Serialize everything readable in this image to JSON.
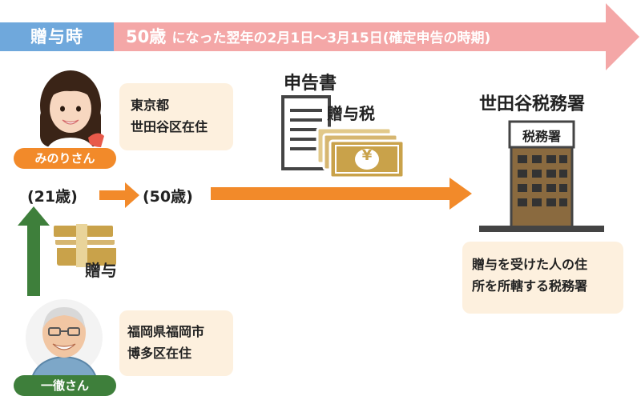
{
  "timeline": {
    "gift_label": "贈与時",
    "text_age": "50歳",
    "text_main": "になった翌年の2月1日～3月15日(確定申告の時期)"
  },
  "recipient": {
    "name": "みのりさん",
    "location_line1": "東京都",
    "location_line2": "世田谷区在住"
  },
  "ages": {
    "age_at_gift": "(21歳)",
    "age_now": "(50歳)"
  },
  "return_doc": {
    "heading": "申告書",
    "doc_label": "贈与税",
    "yen_symbol": "¥"
  },
  "tax_office": {
    "heading": "世田谷税務署",
    "sign_label": "税務署",
    "note_line1": "贈与を受けた人の住",
    "note_line2": "所を所轄する税務署"
  },
  "gift": {
    "label": "贈与"
  },
  "donor": {
    "name": "一徹さん",
    "location_line1": "福岡県福岡市",
    "location_line2": "博多区在住"
  },
  "colors": {
    "timeline_bar": "#f4a7a7",
    "gift_label_bg": "#6fa8dc",
    "orange_arrow": "#f28a2a",
    "green_arrow": "#3e7f3b",
    "note_bg": "#fdf0de",
    "money_bill": "#c9a24a",
    "building_body": "#8a6a3f"
  }
}
